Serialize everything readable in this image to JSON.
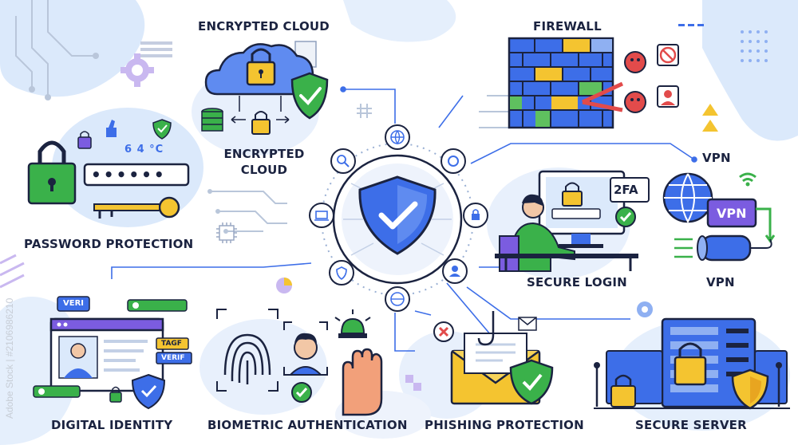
{
  "sections": {
    "encrypted_cloud_title": "ENCRYPTED CLOUD",
    "encrypted_cloud_label": "ENCRYPTED\nCLOUD",
    "firewall": "FIREWALL",
    "vpn_top": "VPN",
    "vpn_bottom": "VPN",
    "password_protection": "PASSWORD PROTECTION",
    "secure_login": "SECURE LOGIN",
    "digital_identity": "DIGITAL IDENTITY",
    "biometric_authentication": "BIOMETRIC AUTHENTICATION",
    "phishing_protection": "PHISHING PROTECTION",
    "secure_server": "SECURE SERVER"
  },
  "badges": {
    "password_dots": "••••••",
    "weather_text": "6  4  °C",
    "twofa": "2FA",
    "vpn_sign": "VPN",
    "veri": "VERI",
    "tagf": "TAGF",
    "verif": "VERIF"
  },
  "watermark": {
    "side_text": "Adobe Stock | #2106986210"
  },
  "colors": {
    "navy": "#1b2340",
    "blue": "#3d6ee8",
    "light_blue": "#dbe9fb",
    "green": "#3ab14a",
    "yellow": "#f4c430",
    "red": "#e24b4b",
    "purple": "#7b5ce0"
  }
}
